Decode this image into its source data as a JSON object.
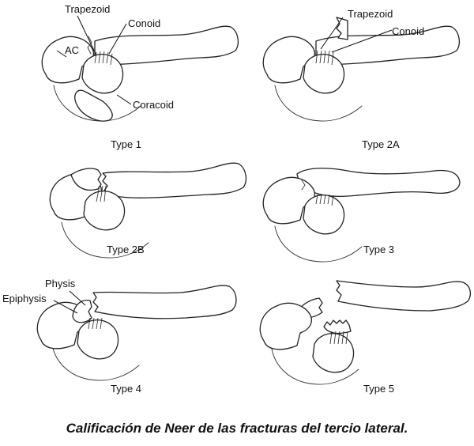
{
  "panels": [
    {
      "type_label": "Type 1",
      "labels": [
        "Trapezoid",
        "Conoid",
        "AC",
        "Coracoid"
      ]
    },
    {
      "type_label": "Type 2A",
      "labels": [
        "Trapezoid",
        "Conoid"
      ]
    },
    {
      "type_label": "Type 2B",
      "labels": []
    },
    {
      "type_label": "Type 3",
      "labels": []
    },
    {
      "type_label": "Type 4",
      "labels": [
        "Physis",
        "Epiphysis"
      ]
    },
    {
      "type_label": "Type 5",
      "labels": []
    }
  ],
  "caption": "Calificación de Neer de las fracturas del tercio lateral."
}
